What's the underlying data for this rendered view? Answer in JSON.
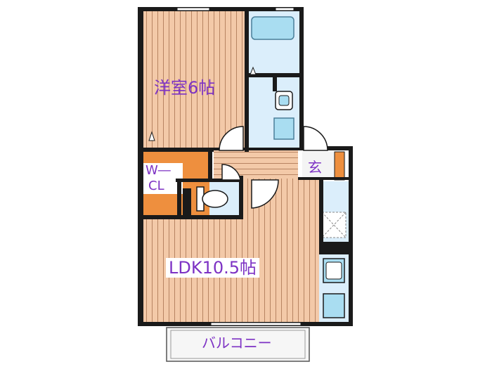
{
  "rooms": {
    "western_room": "洋室6帖",
    "walk_in_closet_line1": "W―",
    "walk_in_closet_line2": "CL",
    "entrance": "玄",
    "ldk": "LDK10.5帖",
    "balcony": "バルコニー"
  },
  "colors": {
    "wall": "#1a1a1a",
    "floor_wood": "#f3c9a8",
    "floor_stripe": "#b78462",
    "closet": "#ee8f3e",
    "wet_area": "#dbeefb",
    "fixture": "#a9ddf1",
    "label_purple": "#7d32c4",
    "balcony_fill": "#f6f6f6"
  }
}
